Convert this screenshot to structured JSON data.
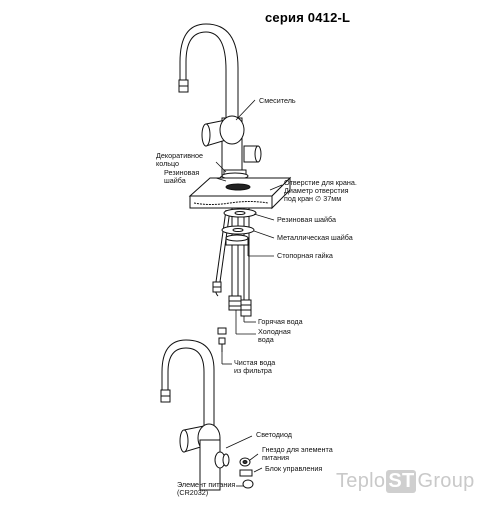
{
  "title": "серия 0412-L",
  "labels": {
    "mixer": "Смеситель",
    "deco_ring": "Декоративное\nкольцо",
    "rubber_washer_top": "Резиновая\nшайба",
    "hole": "Отверстие для крана.\nДиаметр отверстия\nпод кран ∅ 37мм",
    "rubber_washer": "Резиновая шайба",
    "metal_washer": "Металлическая шайба",
    "stop_nut": "Стопорная гайка",
    "hot_water": "Горячая вода",
    "cold_water": "Холодная\nвода",
    "clean_water": "Чистая вода\nиз фильтра",
    "led": "Светодиод",
    "battery_socket": "Гнездо для элемента\nпитания",
    "control_unit": "Блок управления",
    "battery": "Элемент питания\n(CR2032)"
  },
  "watermark": {
    "left": "Teplo",
    "mid": "ST",
    "right": "Group"
  }
}
